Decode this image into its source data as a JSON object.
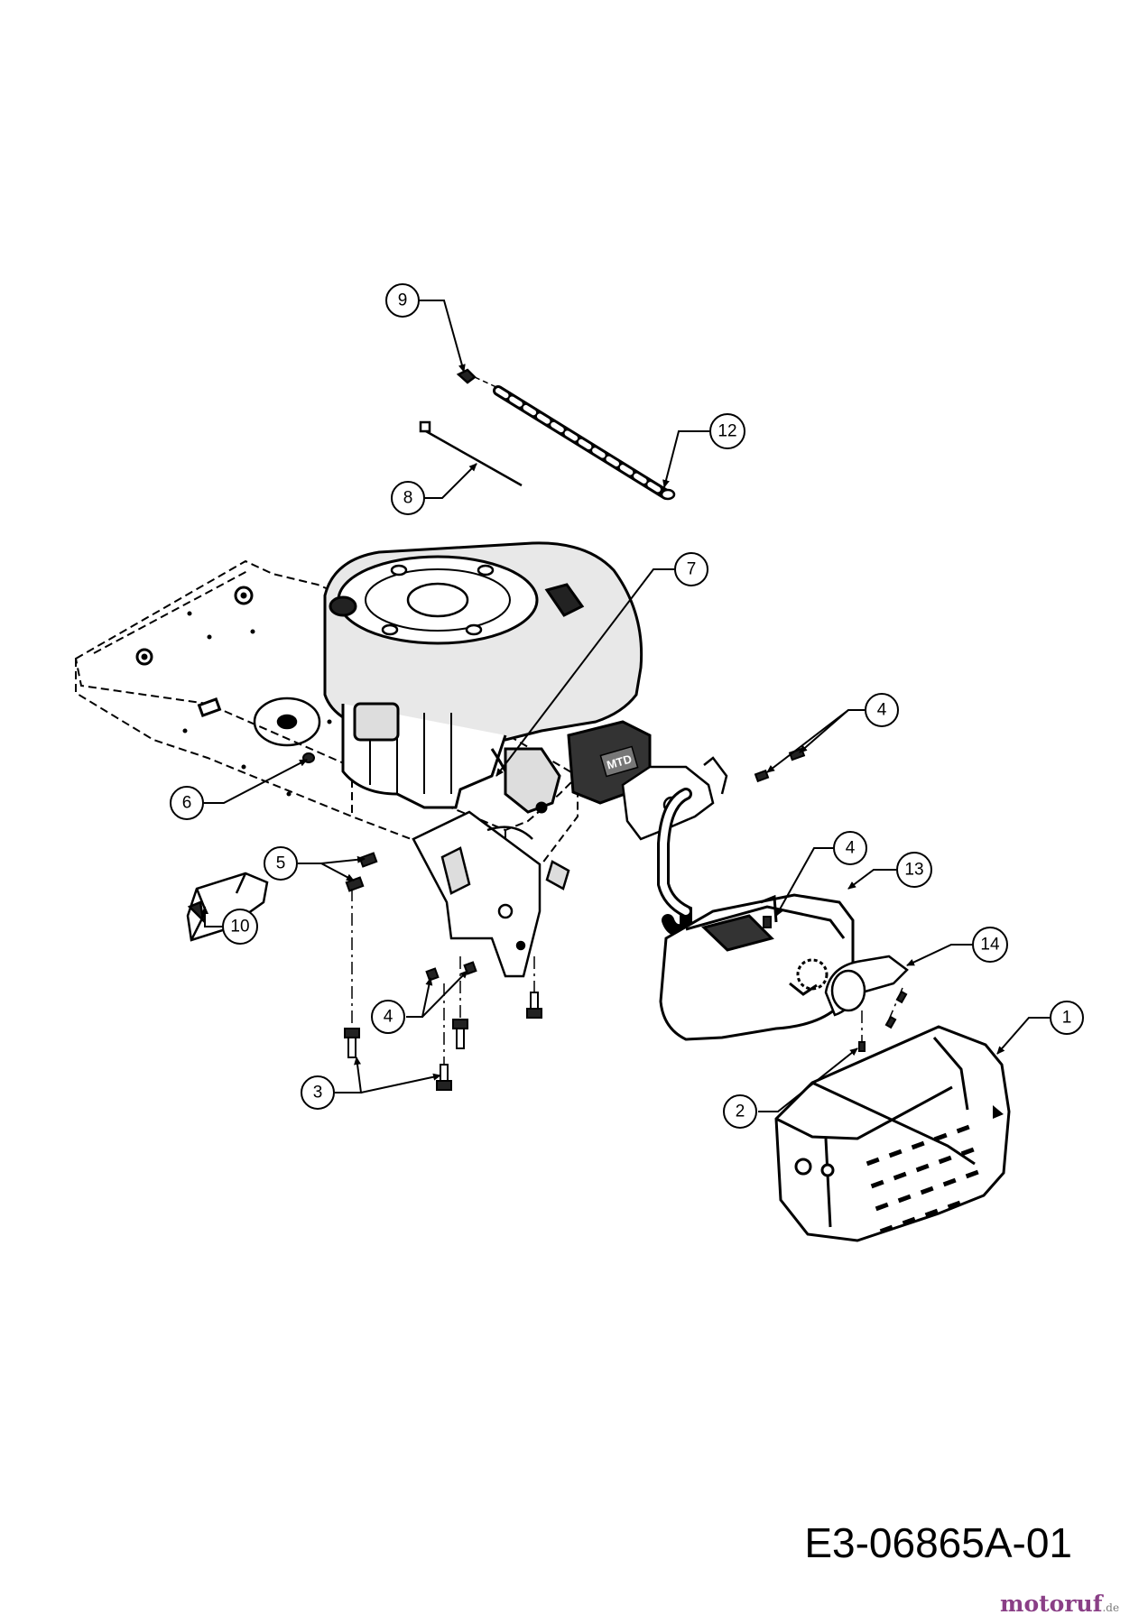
{
  "diagram": {
    "drawing_code": "E3-06865A-01",
    "engine_badge": "MTD",
    "callouts": [
      {
        "id": "c9",
        "label": "9"
      },
      {
        "id": "c12",
        "label": "12"
      },
      {
        "id": "c8",
        "label": "8"
      },
      {
        "id": "c7",
        "label": "7"
      },
      {
        "id": "c4a",
        "label": "4"
      },
      {
        "id": "c6",
        "label": "6"
      },
      {
        "id": "c5",
        "label": "5"
      },
      {
        "id": "c10",
        "label": "10"
      },
      {
        "id": "c4b",
        "label": "4"
      },
      {
        "id": "c13",
        "label": "13"
      },
      {
        "id": "c14",
        "label": "14"
      },
      {
        "id": "c1",
        "label": "1"
      },
      {
        "id": "c4c",
        "label": "4"
      },
      {
        "id": "c3",
        "label": "3"
      },
      {
        "id": "c2",
        "label": "2"
      }
    ]
  },
  "watermark": {
    "main": "motoruf",
    "suffix": ".de"
  }
}
